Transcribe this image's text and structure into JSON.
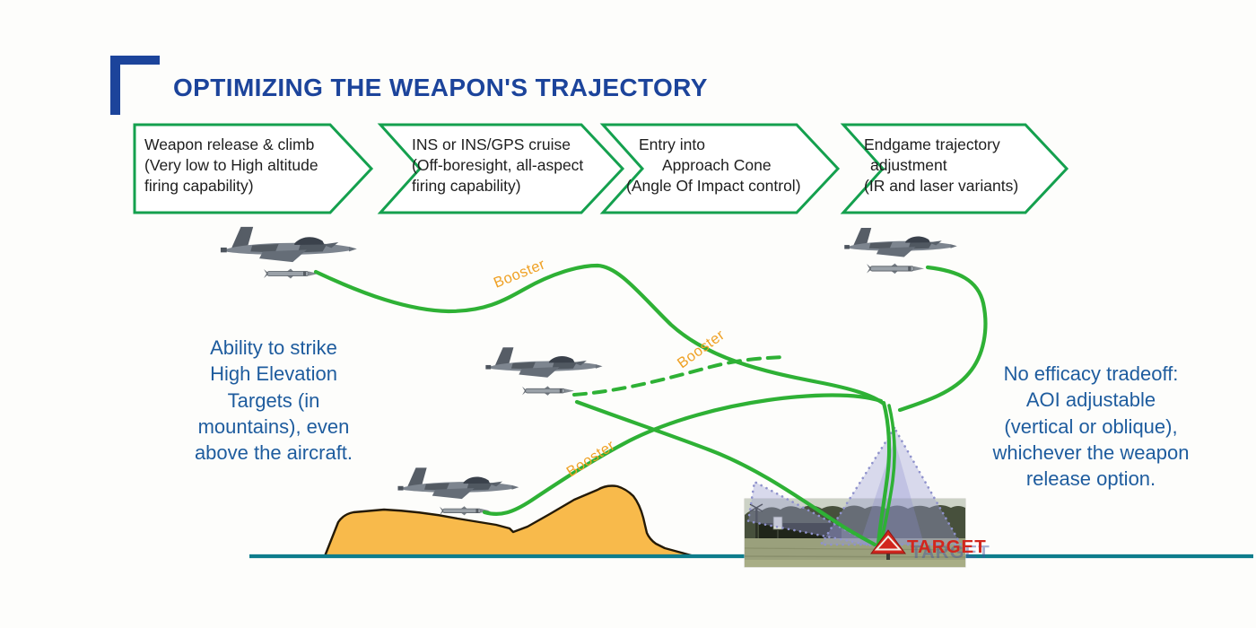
{
  "title": "OPTIMIZING THE WEAPON'S TRAJECTORY",
  "steps": [
    {
      "lines": [
        "Weapon release & climb",
        "(Very low  to High altitude",
        "firing capability)"
      ]
    },
    {
      "lines": [
        "INS or INS/GPS cruise",
        "(Off-boresight, all-aspect",
        "firing capability)"
      ]
    },
    {
      "lines": [
        "Entry into",
        "Approach Cone",
        "(Angle Of Impact control)"
      ]
    },
    {
      "lines": [
        "Endgame trajectory",
        "adjustment",
        "(IR and laser variants)"
      ]
    }
  ],
  "annotations": {
    "left_note_lines": [
      "Ability to strike",
      "High Elevation",
      "Targets (in",
      "mountains), even",
      "above the aircraft."
    ],
    "right_note_lines": [
      "No efficacy tradeoff:",
      "AOI adjustable",
      "(vertical or oblique),",
      "whichever the weapon",
      "release option."
    ]
  },
  "labels": {
    "booster_1": "Booster",
    "booster_2": "Booster",
    "booster_3": "Booster",
    "target": "TARGET"
  },
  "colors": {
    "title_blue": "#1c449b",
    "note_blue": "#1e5c9e",
    "chevron_green": "#14a04e",
    "trajectory_green": "#2eb135",
    "booster_orange": "#efa125",
    "mountain_fill": "#f8ba4b",
    "ground_teal": "#0e7d8c",
    "target_red": "#d2261d",
    "cone_lavender": "#9b9ed6"
  }
}
